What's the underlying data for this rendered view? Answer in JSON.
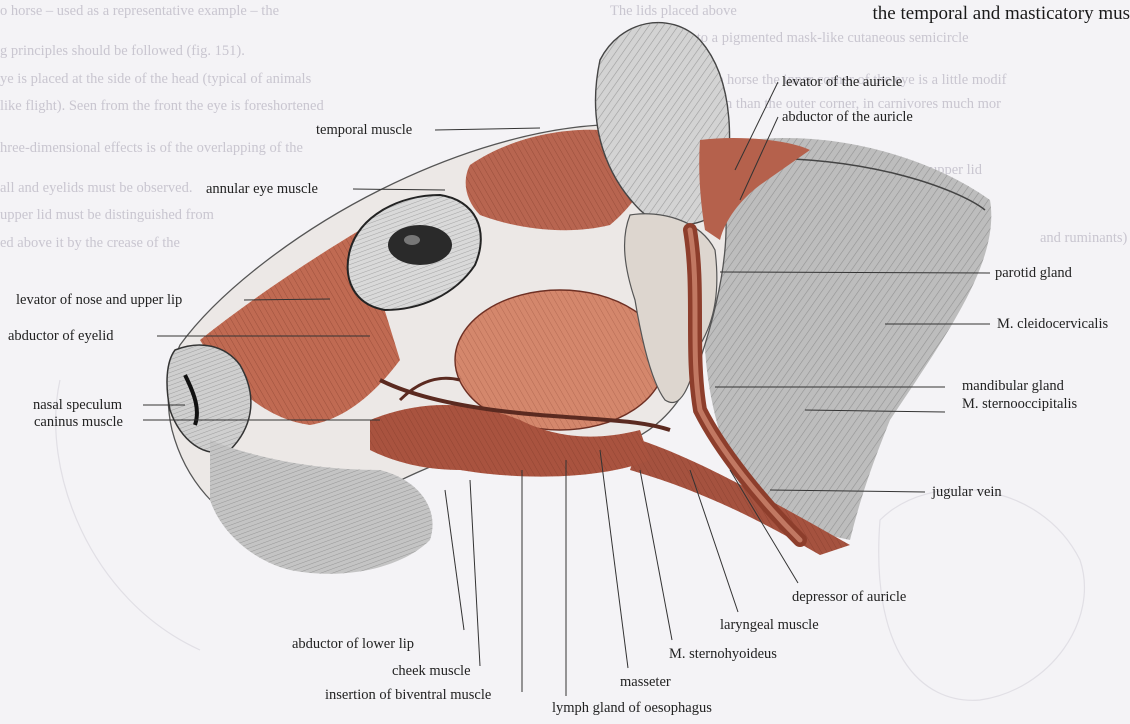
{
  "heading": "the temporal and masticatory mus",
  "labels": {
    "levator_auricle": "levator of the auricle",
    "abductor_auricle": "abductor of the auricle",
    "temporal_muscle": "temporal muscle",
    "annular_eye_muscle": "annular eye muscle",
    "levator_nose_lip": "levator of nose and upper lip",
    "abductor_eyelid": "abductor of eyelid",
    "nasal_speculum": "nasal speculum",
    "caninus_muscle": "caninus muscle",
    "parotid_gland": "parotid gland",
    "cleidocervicalis": "M. cleidocervicalis",
    "mandibular_gland": "mandibular gland",
    "sternooccipitalis": "M. sternooccipitalis",
    "jugular_vein": "jugular vein",
    "depressor_auricle": "depressor of auricle",
    "laryngeal_muscle": "laryngeal muscle",
    "sternohyoideus": "M. sternohyoideus",
    "masseter": "masseter",
    "lymph_gland": "lymph gland of oesophagus",
    "abductor_lower_lip": "abductor of lower lip",
    "cheek_muscle": "cheek muscle",
    "insertion_biventral": "insertion of biventral muscle"
  },
  "bg_text": [
    "o horse – used as a representative example – the",
    "g principles should be followed (fig. 151).",
    "ye is placed at the side of the head (typical of animals",
    "like flight). Seen from the front the eye is foreshortened",
    "hree-dimensional effects is of the overlapping of the",
    "all and eyelids must be observed.",
    "upper lid must be distinguished from",
    "ed above it by the crease of the",
    "The lids placed above",
    "formed into a pigmented mask-like cutaneous semicircle",
    "In the horse the inner corner of the eye is a little modif",
    "down than the outer corner, in carnivores much mor",
    "upper lid",
    "and ruminants) the"
  ],
  "colors": {
    "muscle": "#b4604a",
    "muscle_dark": "#8a3f2e",
    "gland": "#d8d2cc",
    "background": "#f4f3f6"
  }
}
